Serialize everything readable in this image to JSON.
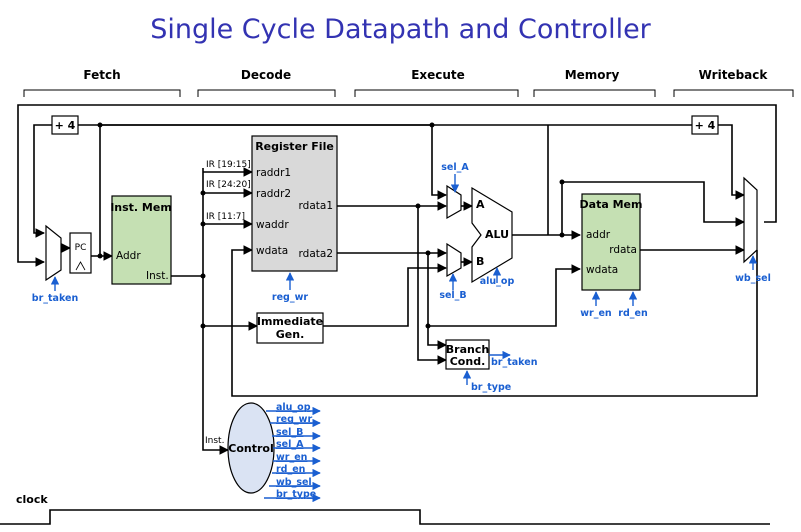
{
  "title": "Single Cycle Datapath and Controller",
  "stages": [
    "Fetch",
    "Decode",
    "Execute",
    "Memory",
    "Writeback"
  ],
  "adders": {
    "left": "+ 4",
    "right": "+ 4"
  },
  "pc": "PC",
  "inst_mem": {
    "title": "Inst. Mem",
    "addr": "Addr",
    "inst": "Inst."
  },
  "ir_fields": [
    "IR [19:15]",
    "IR [24:20]",
    "IR [11:7]"
  ],
  "register_file": {
    "title": "Register File",
    "raddr1": "raddr1",
    "raddr2": "raddr2",
    "waddr": "waddr",
    "wdata": "wdata",
    "rdata1": "rdata1",
    "rdata2": "rdata2"
  },
  "imm_gen": {
    "line1": "Immediate",
    "line2": "Gen."
  },
  "alu": {
    "title": "ALU",
    "a": "A",
    "b": "B"
  },
  "data_mem": {
    "title": "Data Mem",
    "addr": "addr",
    "rdata": "rdata",
    "wdata": "wdata"
  },
  "branch": {
    "line1": "Branch",
    "line2": "Cond."
  },
  "control": {
    "title": "Control",
    "input": "Inst."
  },
  "signals": {
    "br_taken_pc": "br_taken",
    "reg_wr": "reg_wr",
    "sel_A": "sel_A",
    "sel_B": "sel_B",
    "alu_op": "alu_op",
    "wr_en": "wr_en",
    "rd_en": "rd_en",
    "wb_sel": "wb_sel",
    "br_taken": "br_taken",
    "br_type": "br_type"
  },
  "control_outputs": [
    "alu_op",
    "reg_wr",
    "sel_B",
    "sel_A",
    "wr_en",
    "rd_en",
    "wb_sel",
    "br_type"
  ],
  "clock": "clock"
}
